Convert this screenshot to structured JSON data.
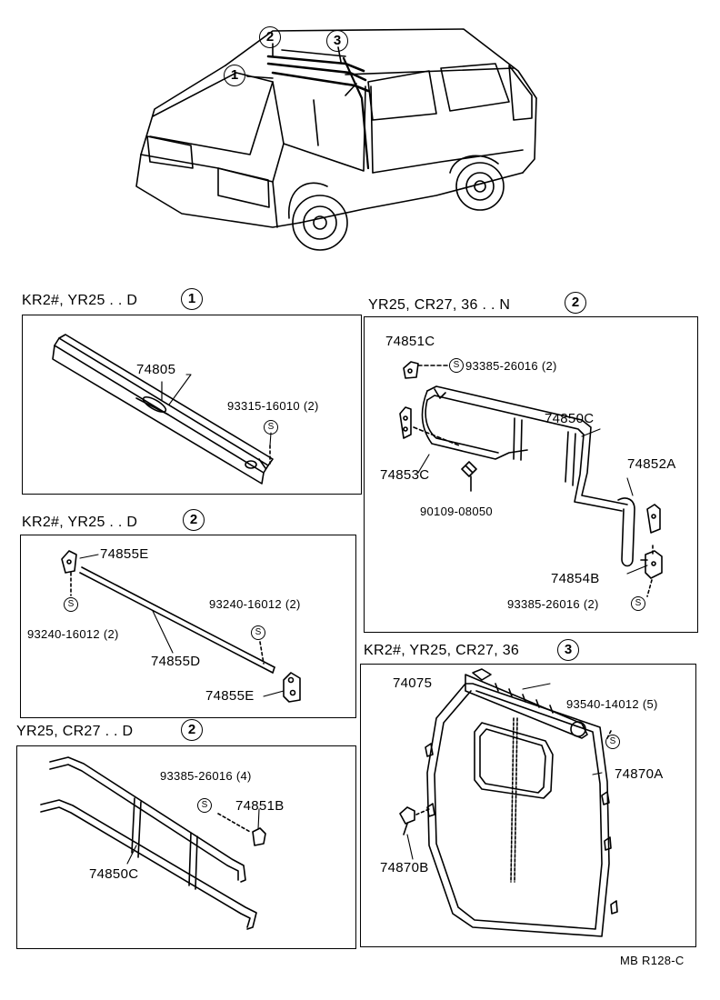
{
  "callouts": {
    "one": "1",
    "two": "2",
    "three": "3"
  },
  "s_mark": "S",
  "panels": {
    "p1": {
      "title": "KR2#, YR25 . . D",
      "callout": "1",
      "labels": {
        "part_main": "74805",
        "screw": "93315-16010 (2)"
      }
    },
    "p2a": {
      "title": "YR25, CR27, 36 . . N",
      "callout": "2",
      "labels": {
        "bracket_top": "74851C",
        "screw_top": "93385-26016 (2)",
        "rail": "74850C",
        "bracket_right": "74852A",
        "bracket_left": "74853C",
        "bolt": "90109-08050",
        "bracket_bottom": "74854B",
        "screw_bottom": "93385-26016 (2)"
      }
    },
    "p2b": {
      "title": "KR2#, YR25 . . D",
      "callout": "2",
      "labels": {
        "clip_top": "74855E",
        "screw_left": "93240-16012 (2)",
        "screw_right": "93240-16012 (2)",
        "rod": "74855D",
        "clip_bottom": "74855E"
      }
    },
    "p2c": {
      "title": "YR25, CR27 . . D",
      "callout": "2",
      "labels": {
        "screw": "93385-26016 (4)",
        "bracket": "74851B",
        "rail": "74850C"
      }
    },
    "p3": {
      "title": "KR2#, YR25, CR27, 36",
      "callout": "3",
      "labels": {
        "hinge": "74075",
        "screw": "93540-14012 (5)",
        "panel": "74870A",
        "clip": "74870B"
      }
    }
  },
  "footer": {
    "code": "MB R128-C"
  }
}
